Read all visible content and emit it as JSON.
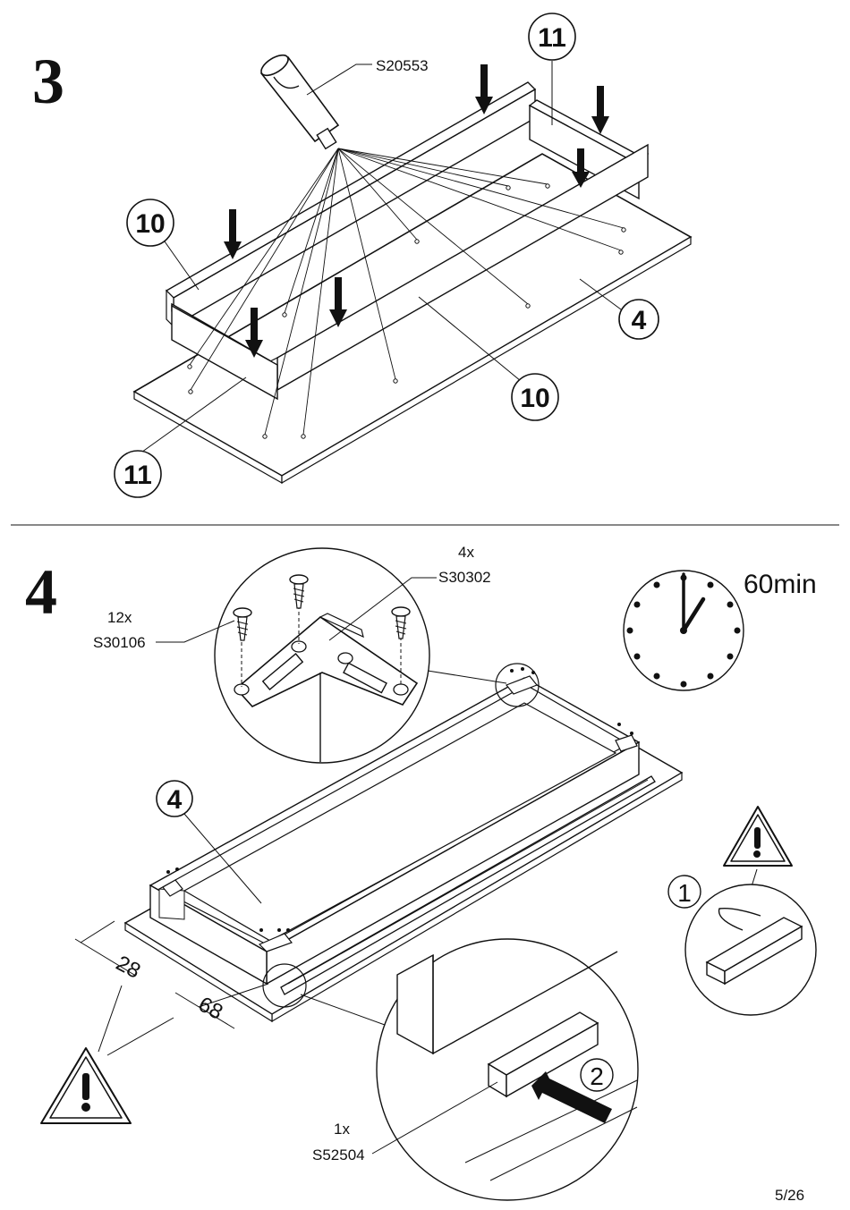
{
  "step3": {
    "number": "3",
    "glue_code": "S20553",
    "callouts": {
      "top_right": "11",
      "left": "10",
      "bottom_center": "10",
      "bottom_left": "11",
      "board": "4"
    }
  },
  "step4": {
    "number": "4",
    "screw_qty": "12x",
    "screw_code": "S30106",
    "bracket_qty": "4x",
    "bracket_code": "S30302",
    "time_label": "60min",
    "part_callout": "4",
    "dim_1": "28",
    "dim_2": "68",
    "substep_1": "1",
    "substep_2": "2",
    "strip_qty": "1x",
    "strip_code": "S52504",
    "warning_icon": "warning-triangle-icon"
  },
  "footer": {
    "page": "5/26"
  },
  "colors": {
    "line": "#111111",
    "paper": "#ffffff"
  }
}
